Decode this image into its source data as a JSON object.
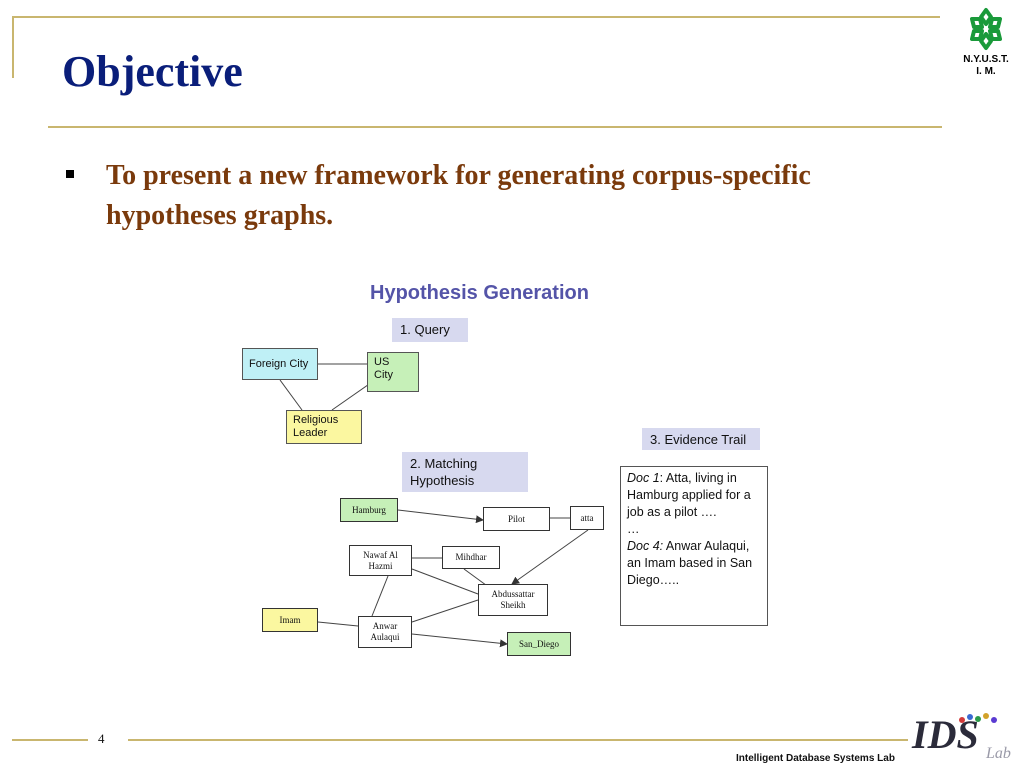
{
  "slide": {
    "title": "Objective",
    "bullet": "To present a new framework for generating corpus-specific hypotheses graphs.",
    "page_number": "4",
    "footer_label": "Intelligent Database Systems Lab",
    "logo_top_text": [
      "N.Y.U.S.T.",
      "I. M."
    ],
    "logo_bottom_text": "IDS Lab"
  },
  "diagram": {
    "title": "Hypothesis Generation",
    "steps": {
      "query": "1.  Query",
      "matching": [
        "2.  Matching",
        "Hypothesis"
      ],
      "evidence": "3. Evidence Trail"
    },
    "query_nodes": {
      "foreign_city": "Foreign City",
      "us_city": [
        "US",
        "City"
      ],
      "religious_leader": [
        "Religious",
        "Leader"
      ]
    },
    "match_nodes": {
      "hamburg": "Hamburg",
      "pilot": "Pilot",
      "atta": "atta",
      "nawaf": [
        "Nawaf Al",
        "Hazmi"
      ],
      "mihdhar": "Mihdhar",
      "abdussattar": [
        "Abdussattar",
        "Sheikh"
      ],
      "imam": "Imam",
      "anwar": [
        "Anwar",
        "Aulaqui"
      ],
      "san_diego": "San_Diego"
    },
    "evidence": {
      "doc1_label": "Doc 1",
      "doc1_text": ": Atta, living in Hamburg applied for a job as a pilot ….",
      "ellipsis": "…",
      "doc4_label": "Doc 4:",
      "doc4_text": " Anwar Aulaqui, an Imam based in San Diego….."
    }
  },
  "colors": {
    "title": "#0a1e7a",
    "bullet_text": "#7a3a0c",
    "rule": "#c9b66f",
    "diagram_title": "#5454a8",
    "step_bg": "#d7d9ef",
    "cyan_node": "#bff0f6",
    "green_node": "#c6f0b8",
    "yellow_node": "#fbf7a0"
  }
}
